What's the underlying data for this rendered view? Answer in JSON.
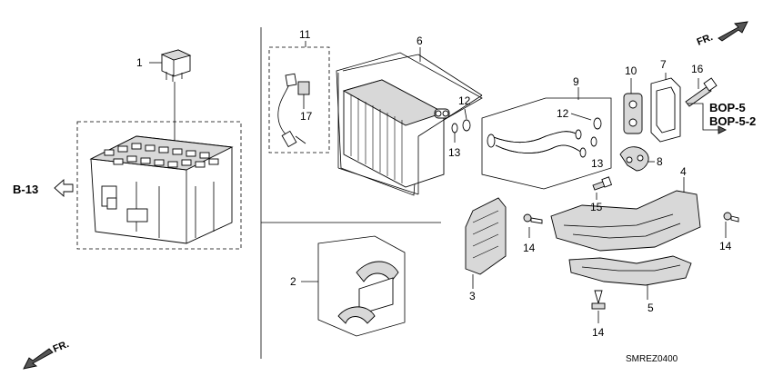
{
  "callouts": {
    "p1": "1",
    "p2": "2",
    "p3": "3",
    "p4": "4",
    "p5": "5",
    "p6": "6",
    "p7": "7",
    "p8": "8",
    "p9": "9",
    "p10": "10",
    "p11": "11",
    "p12a": "12",
    "p12b": "12",
    "p13a": "13",
    "p13b": "13",
    "p14a": "14",
    "p14b": "14",
    "p14c": "14",
    "p15": "15",
    "p16": "16",
    "p17": "17"
  },
  "references": {
    "b13": "B-13",
    "bop5": "BOP-5",
    "bop52": "BOP-5-2"
  },
  "direction": {
    "fr_top": "FR.",
    "fr_bottom": "FR."
  },
  "diagram_code": "SMREZ0400"
}
